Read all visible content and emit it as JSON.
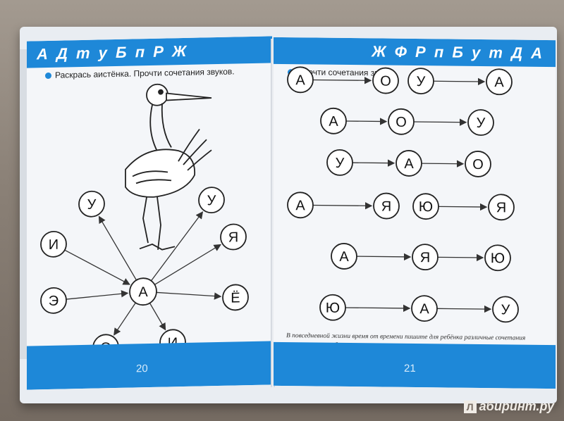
{
  "left_page": {
    "band_letters": "А Д т у Б п Р Ж",
    "instruction": "Раскрась аистёнка. Прочти сочетания звуков.",
    "page_number": "20",
    "center": "А",
    "rays": [
      "У",
      "У",
      "И",
      "Я",
      "Э",
      "Ё",
      "О",
      "И"
    ]
  },
  "right_page": {
    "band_letters": "Ж Ф Р п Б у т Д А",
    "instruction": "Прочти сочетания звуков.",
    "page_number": "21",
    "rows": [
      [
        "А",
        "О",
        "У",
        "А"
      ],
      [
        "А",
        "О",
        "У"
      ],
      [
        "У",
        "А",
        "О"
      ],
      [
        "А",
        "Я",
        "Ю",
        "Я"
      ],
      [
        "А",
        "Я",
        "Ю"
      ],
      [
        "Ю",
        "А",
        "У"
      ]
    ],
    "footnote": "В повседневной жизни время от времени пишите для ребёнка различные сочетания изученных выше букв и просите его прочесть их."
  },
  "watermark": {
    "mark": "Л",
    "text": "абиринт.ру"
  },
  "colors": {
    "band": "#1e88d8",
    "page": "#f4f6f9"
  }
}
